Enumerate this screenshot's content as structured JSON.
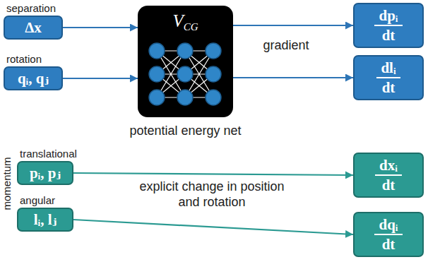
{
  "diagram": {
    "nodes": [
      {
        "text": [
          "separation",
          "Δx"
        ]
      },
      {
        "text": [
          "rotation",
          "qᵢ, qⱼ"
        ]
      },
      {
        "text": [
          "V",
          "CG",
          "potential energy net"
        ]
      },
      {
        "text": [
          "dpᵢ",
          "dt"
        ]
      },
      {
        "text": [
          "dlᵢ",
          "dt"
        ]
      },
      {
        "text": [
          "translational",
          "pᵢ, pⱼ"
        ]
      },
      {
        "text": [
          "angular",
          "lᵢ, lⱼ"
        ]
      },
      {
        "text": [
          "dxᵢ",
          "dt"
        ]
      },
      {
        "text": [
          "dqᵢ",
          "dt"
        ]
      }
    ],
    "edges": [
      {
        "from": 0,
        "to": 2,
        "arrow": "to"
      },
      {
        "from": 1,
        "to": 2,
        "arrow": "to"
      },
      {
        "from": 2,
        "to": 3,
        "arrow": "to"
      },
      {
        "from": 2,
        "to": 4,
        "arrow": "to"
      },
      {
        "from": 5,
        "to": 7,
        "arrow": "to"
      },
      {
        "from": 6,
        "to": 8,
        "arrow": "to"
      }
    ],
    "labels": [
      "gradient",
      "explicit change in position and rotation",
      "momentum"
    ]
  }
}
